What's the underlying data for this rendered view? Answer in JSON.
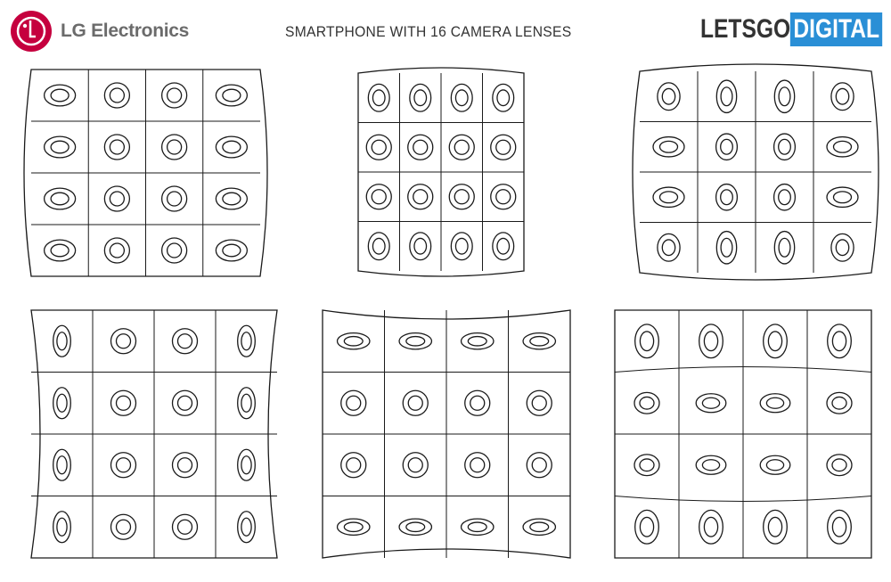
{
  "header": {
    "brand_logo": "LG Electronics",
    "title": "SMARTPHONE WITH 16 CAMERA LENSES",
    "site_logo_part1": "LETSGO",
    "site_logo_part2": "DIGITAL"
  },
  "colors": {
    "lg_red": "#c5003e",
    "letsgo_blue": "#2a8fd6",
    "line": "#1a1a1a"
  },
  "figures": {
    "count": 6,
    "grid": "4x4",
    "lenses_per_figure": 16
  }
}
